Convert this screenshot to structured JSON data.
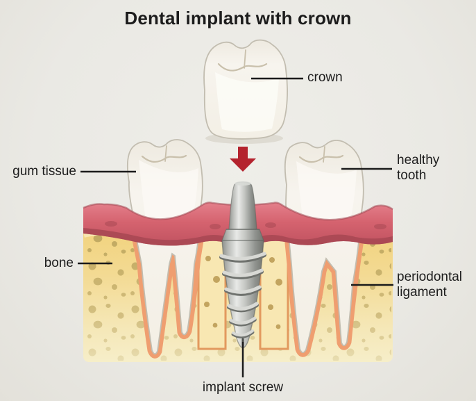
{
  "title": "Dental implant with crown",
  "labels": {
    "crown": "crown",
    "gum_tissue": "gum tissue",
    "healthy_tooth": "healthy tooth",
    "bone": "bone",
    "periodontal_ligament": "periodontal ligament",
    "implant_screw": "implant screw"
  },
  "icons": {
    "down_arrow": "down-arrow-icon"
  },
  "colors": {
    "background": "#eae9e4",
    "title_text": "#1c1c1c",
    "label_text": "#1d1d1d",
    "leader_line": "#1b1b1b",
    "arrow_red": "#b4232e",
    "gum_pink": "#d5636f",
    "gum_dark": "#a84853",
    "bone_yellow": "#f2d178",
    "bone_speckle": "#b7a15c",
    "socket_cream": "#f8e7b2",
    "socket_orange": "#e2995e",
    "tooth_white": "#f7f4ee",
    "implant_gray": "#c6c8c4"
  }
}
